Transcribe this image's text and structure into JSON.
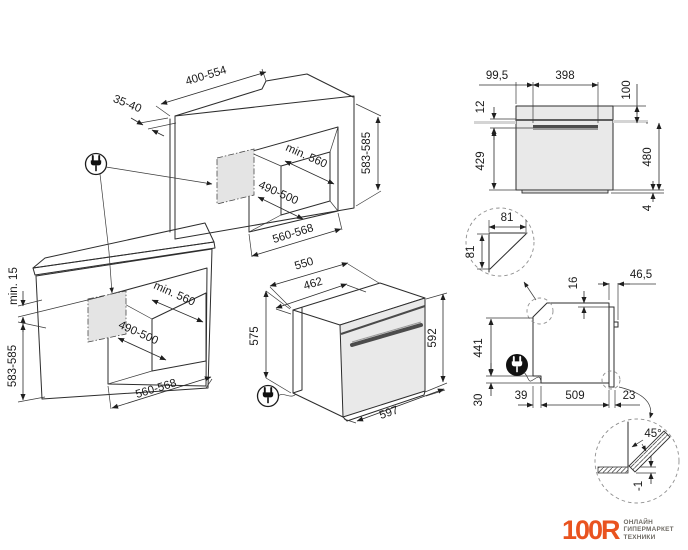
{
  "drawing_labels": {
    "tall_cabinet": {
      "top_opening": "400-554",
      "front_edge": "35-40",
      "niche_depth": "min. 560",
      "inner_depth": "490-500",
      "niche_width": "560-568",
      "niche_height": "583-585"
    },
    "base_cabinet": {
      "worktop_clearance": "min. 15",
      "niche_height": "583-585",
      "niche_depth": "min. 560",
      "inner_depth": "490-500",
      "niche_width": "560-568"
    },
    "oven_iso": {
      "depth_total": "550",
      "depth_body": "462",
      "height_rear": "575",
      "height_front": "592",
      "width": "597"
    },
    "oven_front": {
      "handle_offset": "99,5",
      "handle_length": "398",
      "top_to_handle": "100",
      "panel_gap": "12",
      "handle_to_base": "429",
      "height_right": "480",
      "plinth_height": "4"
    },
    "corner_detail": {
      "cut_width": "81",
      "cut_height": "81"
    },
    "oven_side": {
      "top_inset": "16",
      "front_overhang": "46,5",
      "body_height": "441",
      "base_inset": "30",
      "front_gap": "39",
      "body_depth": "509",
      "door_depth": "23"
    },
    "plinth_detail": {
      "cut_angle": "45°",
      "clearance": "-1"
    }
  },
  "logo": {
    "brand": "100R",
    "tagline": [
      "ОНЛАЙН",
      "ГИПЕРМАРКЕТ",
      "ТЕХНИКИ"
    ],
    "brand_color": "#e9531f",
    "tagline_color": "#6e6a63"
  }
}
